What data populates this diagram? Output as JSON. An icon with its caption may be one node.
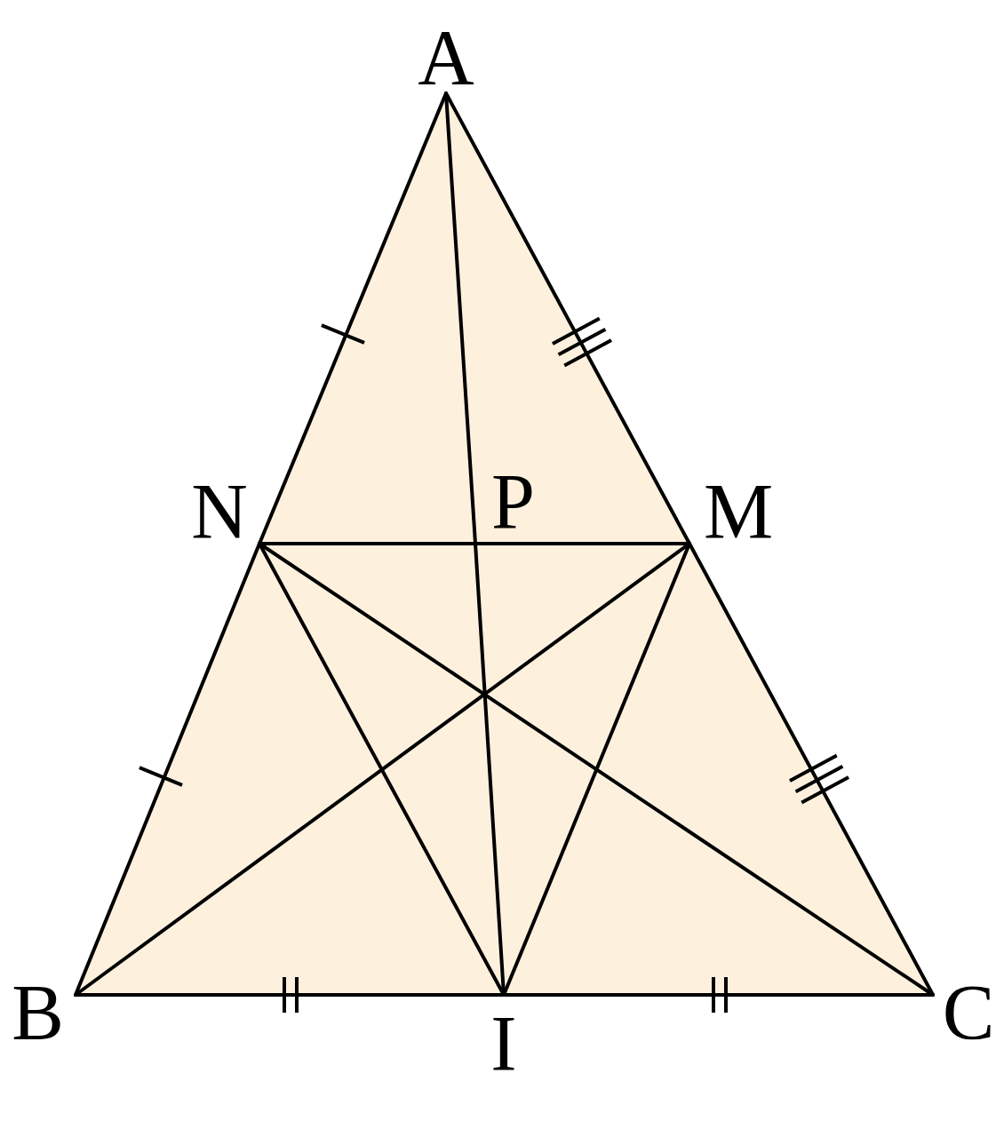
{
  "diagram": {
    "nodes": [
      {
        "text": [
          "A"
        ]
      },
      {
        "text": [
          "N"
        ]
      },
      {
        "text": [
          "P"
        ]
      },
      {
        "text": [
          "M"
        ]
      },
      {
        "text": [
          "B"
        ]
      },
      {
        "text": [
          "I"
        ]
      },
      {
        "text": [
          "C"
        ]
      }
    ],
    "edges": [
      {
        "from": 0,
        "to": 1,
        "arrow": "none"
      },
      {
        "from": 1,
        "to": 4,
        "arrow": "none"
      },
      {
        "from": 0,
        "to": 3,
        "arrow": "none"
      },
      {
        "from": 3,
        "to": 6,
        "arrow": "none"
      },
      {
        "from": 4,
        "to": 5,
        "arrow": "none"
      },
      {
        "from": 5,
        "to": 6,
        "arrow": "none"
      },
      {
        "from": 1,
        "to": 2,
        "arrow": "none"
      },
      {
        "from": 2,
        "to": 3,
        "arrow": "none"
      },
      {
        "from": 0,
        "to": 2,
        "arrow": "none"
      },
      {
        "from": 2,
        "to": 5,
        "arrow": "none"
      },
      {
        "from": 1,
        "to": 5,
        "arrow": "none"
      },
      {
        "from": 1,
        "to": 6,
        "arrow": "none"
      },
      {
        "from": 4,
        "to": 3,
        "arrow": "none"
      },
      {
        "from": 3,
        "to": 5,
        "arrow": "none"
      }
    ]
  }
}
